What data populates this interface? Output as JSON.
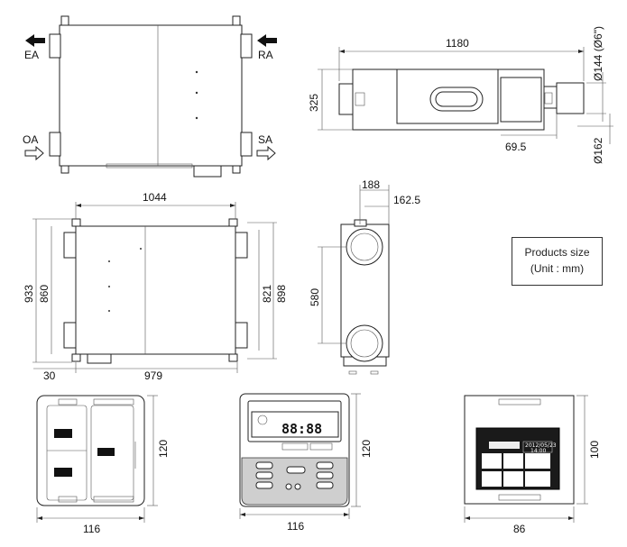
{
  "ports": {
    "ea": "EA",
    "ra": "RA",
    "oa": "OA",
    "sa": "SA"
  },
  "side_view": {
    "length": "1180",
    "height": "325",
    "offset": "69.5",
    "duct_dia": "Ø144 (Ø6\")",
    "outer_dia": "Ø162"
  },
  "plan_view": {
    "width": "1044",
    "depth_total": "933",
    "depth_inner": "860",
    "right_a": "821",
    "right_b": "898",
    "left_offset": "30",
    "body_len": "979"
  },
  "end_view": {
    "w1": "188",
    "w2": "162.5",
    "spacing": "580"
  },
  "legend": {
    "line1": "Products size",
    "line2": "(Unit : mm)"
  },
  "controllers": {
    "left": {
      "width": "116",
      "height": "120"
    },
    "middle": {
      "width": "116",
      "height": "120",
      "lcd_digits": "88:88"
    },
    "right": {
      "width": "86",
      "height": "100",
      "date": "2012/05/23",
      "time": "14:00"
    }
  }
}
